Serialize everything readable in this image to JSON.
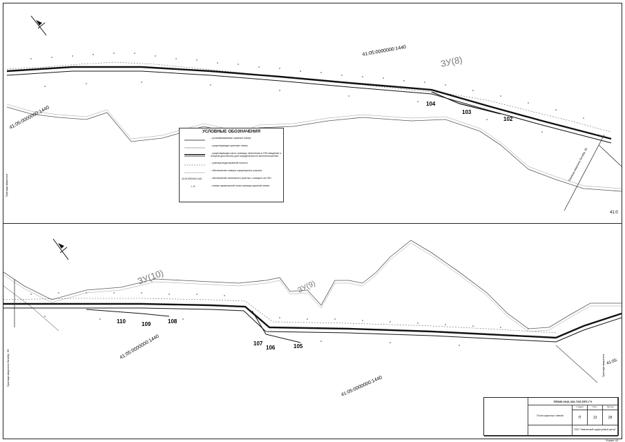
{
  "top_panel": {
    "cadastral_zone": "41:05:0000000:1440",
    "cadastral_zone_left": "41:05:0000000:1440",
    "plot_label": "ЗУ(8)",
    "point_numbers": [
      "104",
      "103",
      "102"
    ],
    "street_label_left": "Граница квартала",
    "street_label_right": "Граница квартала Октябр. 55",
    "edge_label": "41:0"
  },
  "legend": {
    "title": "УСЛОВНЫЕ ОБОЗНАЧЕНИЯ",
    "items": [
      {
        "symbol": "thin-line",
        "text": "- устанавливаемые красные линии"
      },
      {
        "symbol": "thin-line-2",
        "text": "- существующие красные линии"
      },
      {
        "symbol": "double-line",
        "text": "- существующая часть границы, внесенная в ГКН сведения о которой достаточны для определения ее местоположения"
      },
      {
        "symbol": "dashed-line",
        "text": "- граница водоохранной полосы"
      },
      {
        "symbol": "plot",
        "text": "- обозначение номера характерного участка"
      },
      {
        "symbol": "zone",
        "text": "- обозначение земельного участка, стоящего на ГКН"
      },
      {
        "symbol": "point",
        "text": "- номер характерной точки границы красной линии"
      }
    ],
    "zone_code": "41:05:0000000:1440",
    "point_code": "т. 8"
  },
  "bottom_panel": {
    "cadastral_zone": "41:05:0000000:1440",
    "cadastral_zone_2": "41:05:0000000:1440",
    "plot_label_1": "ЗУ(10)",
    "plot_label_2": "ЗУ(9)",
    "point_numbers": [
      "110",
      "109",
      "108",
      "107",
      "106",
      "105"
    ],
    "street_label_left": "Граница квартала Октябр. 55",
    "street_label_right": "Граница квартала",
    "edge_label": "41:05:"
  },
  "stamp": {
    "code": "ППМФ-0016-333-ТЗЛ-ППТ-ГЧ",
    "title": "План красных линий",
    "stage": "П",
    "sheet": "13",
    "sheets": "28",
    "org": "ООО \"Камчатский кадастровый центр\"",
    "stage_label": "Стадия",
    "sheet_label": "Лист",
    "sheets_label": "Листов",
    "format": "Формат А3"
  },
  "colors": {
    "line": "#111111",
    "survey": "#555555",
    "background": "#ffffff"
  }
}
